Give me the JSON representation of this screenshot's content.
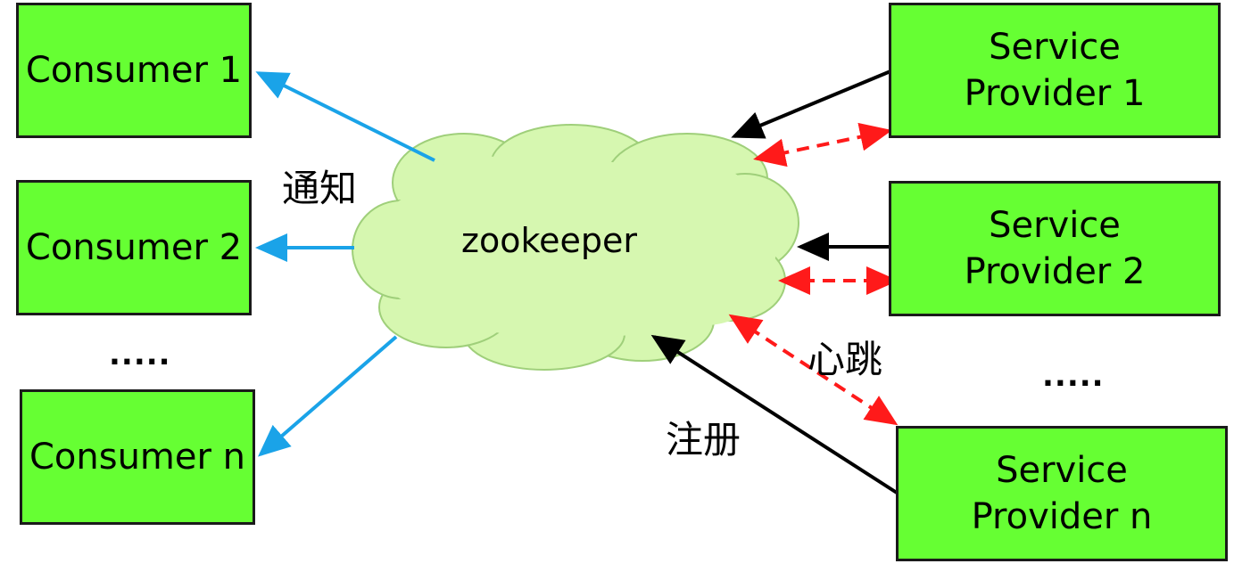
{
  "consumers": [
    {
      "label": "Consumer 1"
    },
    {
      "label": "Consumer 2"
    },
    {
      "label": "Consumer n"
    }
  ],
  "providers": [
    {
      "line1": "Service",
      "line2": "Provider 1"
    },
    {
      "line1": "Service",
      "line2": "Provider 2"
    },
    {
      "line1": "Service",
      "line2": "Provider n"
    }
  ],
  "center": {
    "label": "zookeeper"
  },
  "labels": {
    "notify": "通知",
    "heartbeat": "心跳",
    "register": "注册"
  },
  "ellipsis": {
    "consumers": ".....",
    "providers": "....."
  },
  "colors": {
    "box_fill": "#66ff33",
    "box_border": "#1a1a1a",
    "cloud_fill": "#d6f7b0",
    "cloud_stroke": "#9fcf7a",
    "notify_arrow": "#1aa3e8",
    "register_arrow": "#000000",
    "heartbeat_arrow": "#ff1a1a"
  }
}
